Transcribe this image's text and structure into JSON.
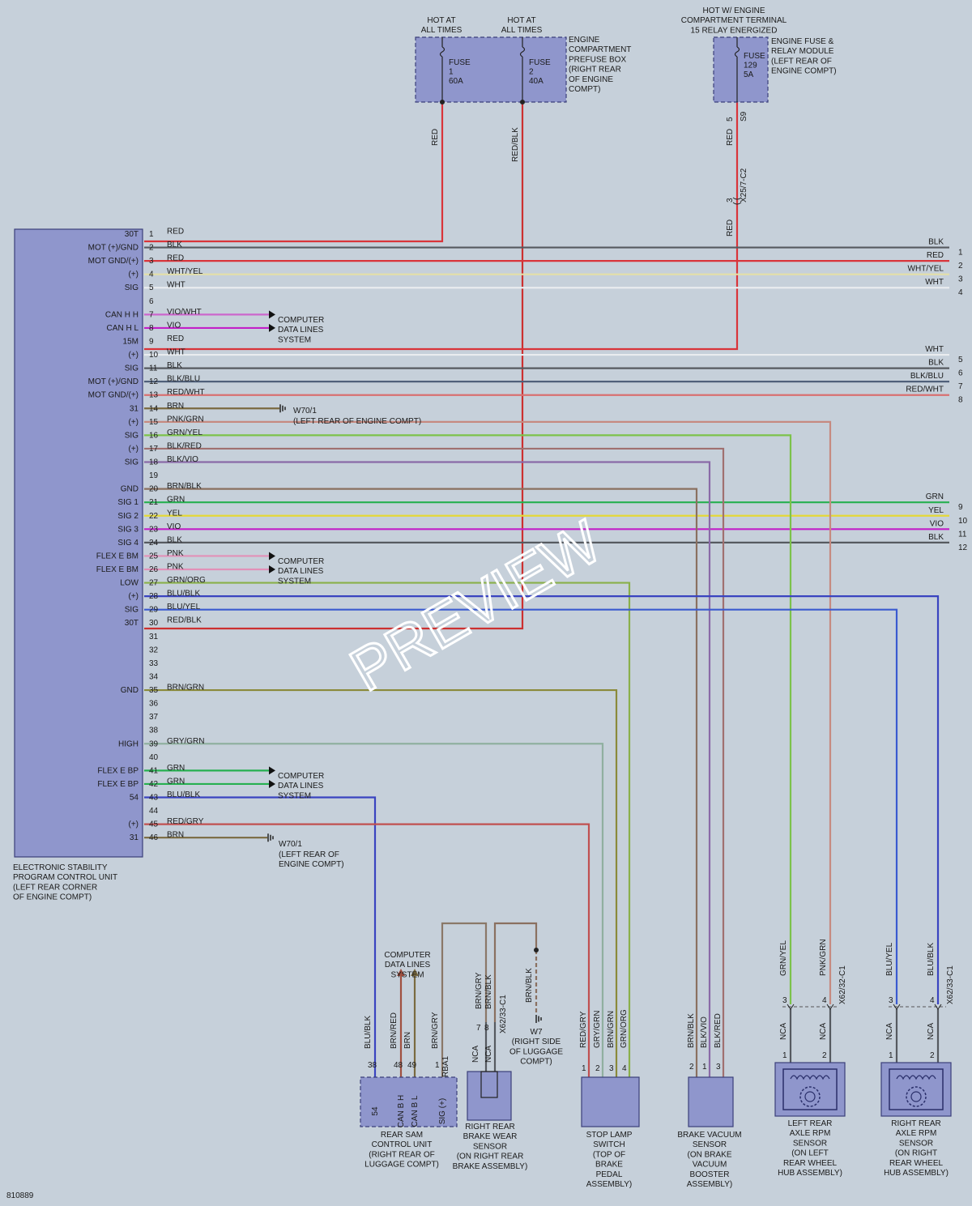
{
  "image_id": "810889",
  "watermark": "PREVIEW",
  "colors": {
    "RED": "#d9343a",
    "BLK": "#565a60",
    "WHT/YEL": "#e4e0a8",
    "WHT": "#e9ecef",
    "VIO/WHT": "#cc66cc",
    "VIO": "#c21fc8",
    "BRN": "#7a6a40",
    "PNK/GRN": "#c68a80",
    "GRN/YEL": "#7cc24a",
    "BLK/RED": "#a07070",
    "BLK/VIO": "#8a6aa8",
    "BRN/BLK": "#8a7060",
    "GRN": "#26b050",
    "YEL": "#e4d838",
    "PNK": "#e290b8",
    "GRN/ORG": "#8ab04a",
    "BLU/BLK": "#3a44c0",
    "BLU/YEL": "#3a5ad0",
    "RED/BLK": "#cc3030",
    "BRN/GRN": "#8a8a3a",
    "GRY/GRN": "#90b0a0",
    "RED/GRY": "#c05050",
    "BLK/BLU": "#50607a",
    "RED/WHT": "#d97070",
    "BRN/RED": "#a05040",
    "BRN/GRY": "#8a7868"
  },
  "top": {
    "hot1": [
      "HOT AT",
      "ALL TIMES"
    ],
    "hot2": [
      "HOT AT",
      "ALL TIMES"
    ],
    "hot3": [
      "HOT W/ ENGINE",
      "COMPARTMENT TERMINAL",
      "15 RELAY ENERGIZED"
    ],
    "prefuse_label": [
      "ENGINE",
      "COMPARTMENT",
      "PREFUSE BOX",
      "(RIGHT REAR",
      "OF ENGINE",
      "COMPT)"
    ],
    "fuse_module_label": [
      "ENGINE FUSE &",
      "RELAY MODULE",
      "(LEFT REAR OF",
      "ENGINE COMPT)"
    ],
    "fuse1": [
      "FUSE",
      "1",
      "60A"
    ],
    "fuse2": [
      "FUSE",
      "2",
      "40A"
    ],
    "fuse129": [
      "FUSE",
      "129",
      "5A"
    ],
    "fuse1_wire": "RED",
    "fuse2_wire": "RED/BLK",
    "fuse129_pin": "5",
    "fuse129_conn": "S9",
    "fuse129_wire": "RED",
    "fuse129_wire2": "RED",
    "x25_pin": "3",
    "x25_conn": "X25/7-C2"
  },
  "ecu": {
    "label": [
      "ELECTRONIC STABILITY",
      "PROGRAM CONTROL UNIT",
      "(LEFT REAR CORNER",
      "OF ENGINE COMPT)"
    ],
    "pins": [
      {
        "n": "1",
        "sig": "30T",
        "wire": "RED"
      },
      {
        "n": "2",
        "sig": "MOT (+)/GND",
        "wire": "BLK"
      },
      {
        "n": "3",
        "sig": "MOT GND/(+)",
        "wire": "RED"
      },
      {
        "n": "4",
        "sig": "(+)",
        "wire": "WHT/YEL"
      },
      {
        "n": "5",
        "sig": "SIG",
        "wire": "WHT"
      },
      {
        "n": "6",
        "sig": "",
        "wire": ""
      },
      {
        "n": "7",
        "sig": "CAN H H",
        "wire": "VIO/WHT"
      },
      {
        "n": "8",
        "sig": "CAN H L",
        "wire": "VIO"
      },
      {
        "n": "9",
        "sig": "15M",
        "wire": "RED"
      },
      {
        "n": "10",
        "sig": "(+)",
        "wire": "WHT"
      },
      {
        "n": "11",
        "sig": "SIG",
        "wire": "BLK"
      },
      {
        "n": "12",
        "sig": "MOT (+)/GND",
        "wire": "BLK/BLU"
      },
      {
        "n": "13",
        "sig": "MOT GND/(+)",
        "wire": "RED/WHT"
      },
      {
        "n": "14",
        "sig": "31",
        "wire": "BRN"
      },
      {
        "n": "15",
        "sig": "(+)",
        "wire": "PNK/GRN"
      },
      {
        "n": "16",
        "sig": "SIG",
        "wire": "GRN/YEL"
      },
      {
        "n": "17",
        "sig": "(+)",
        "wire": "BLK/RED"
      },
      {
        "n": "18",
        "sig": "SIG",
        "wire": "BLK/VIO"
      },
      {
        "n": "19",
        "sig": "",
        "wire": ""
      },
      {
        "n": "20",
        "sig": "GND",
        "wire": "BRN/BLK"
      },
      {
        "n": "21",
        "sig": "SIG 1",
        "wire": "GRN"
      },
      {
        "n": "22",
        "sig": "SIG 2",
        "wire": "YEL"
      },
      {
        "n": "23",
        "sig": "SIG 3",
        "wire": "VIO"
      },
      {
        "n": "24",
        "sig": "SIG 4",
        "wire": "BLK"
      },
      {
        "n": "25",
        "sig": "FLEX E BM",
        "wire": "PNK"
      },
      {
        "n": "26",
        "sig": "FLEX E BM",
        "wire": "PNK"
      },
      {
        "n": "27",
        "sig": "LOW",
        "wire": "GRN/ORG"
      },
      {
        "n": "28",
        "sig": "(+)",
        "wire": "BLU/BLK"
      },
      {
        "n": "29",
        "sig": "SIG",
        "wire": "BLU/YEL"
      },
      {
        "n": "30",
        "sig": "30T",
        "wire": "RED/BLK"
      },
      {
        "n": "31",
        "sig": "",
        "wire": ""
      },
      {
        "n": "32",
        "sig": "",
        "wire": ""
      },
      {
        "n": "33",
        "sig": "",
        "wire": ""
      },
      {
        "n": "34",
        "sig": "",
        "wire": ""
      },
      {
        "n": "35",
        "sig": "GND",
        "wire": "BRN/GRN"
      },
      {
        "n": "36",
        "sig": "",
        "wire": ""
      },
      {
        "n": "37",
        "sig": "",
        "wire": ""
      },
      {
        "n": "38",
        "sig": "",
        "wire": ""
      },
      {
        "n": "39",
        "sig": "HIGH",
        "wire": "GRY/GRN"
      },
      {
        "n": "40",
        "sig": "",
        "wire": ""
      },
      {
        "n": "41",
        "sig": "FLEX E BP",
        "wire": "GRN"
      },
      {
        "n": "42",
        "sig": "FLEX E BP",
        "wire": "GRN"
      },
      {
        "n": "43",
        "sig": "54",
        "wire": "BLU/BLK"
      },
      {
        "n": "44",
        "sig": "",
        "wire": ""
      },
      {
        "n": "45",
        "sig": "(+)",
        "wire": "RED/GRY"
      },
      {
        "n": "46",
        "sig": "31",
        "wire": "BRN"
      }
    ]
  },
  "right_refs": [
    {
      "pin": "2",
      "wire": "BLK",
      "ref": "1"
    },
    {
      "pin": "3",
      "wire": "RED",
      "ref": "2"
    },
    {
      "pin": "4",
      "wire": "WHT/YEL",
      "ref": "3"
    },
    {
      "pin": "5",
      "wire": "WHT",
      "ref": "4"
    },
    {
      "pin": "10",
      "wire": "WHT",
      "ref": "5"
    },
    {
      "pin": "11",
      "wire": "BLK",
      "ref": "6"
    },
    {
      "pin": "12",
      "wire": "BLK/BLU",
      "ref": "7"
    },
    {
      "pin": "13",
      "wire": "RED/WHT",
      "ref": "8"
    },
    {
      "pin": "21",
      "wire": "GRN",
      "ref": "9"
    },
    {
      "pin": "22",
      "wire": "YEL",
      "ref": "10"
    },
    {
      "pin": "23",
      "wire": "VIO",
      "ref": "11"
    },
    {
      "pin": "24",
      "wire": "BLK",
      "ref": "12"
    }
  ],
  "cdl": {
    "a": [
      "COMPUTER",
      "DATA LINES",
      "SYSTEM"
    ],
    "b": [
      "COMPUTER",
      "DATA LINES",
      "SYSTEM"
    ],
    "c": [
      "COMPUTER",
      "DATA LINES",
      "SYSTEM"
    ],
    "d": [
      "COMPUTER",
      "DATA LINES",
      "SYSTEM"
    ]
  },
  "grounds": {
    "g1": [
      "W70/1",
      "(LEFT REAR OF ENGINE COMPT)"
    ],
    "g2": [
      "W70/1",
      "(LEFT REAR OF",
      "ENGINE COMPT)"
    ],
    "g3": [
      "W7",
      "(RIGHT SIDE",
      "OF LUGGAGE",
      "COMPT)"
    ]
  },
  "components": {
    "sam": {
      "label": [
        "REAR SAM",
        "CONTROL UNIT",
        "(RIGHT REAR OF",
        "LUGGAGE COMPT)"
      ],
      "pins": [
        "54",
        "CAN B H",
        "CAN B L",
        "SIG (+)"
      ],
      "pin_nums": [
        "38",
        "48",
        "49",
        "1"
      ],
      "wires": [
        "BLU/BLK",
        "BRN/RED",
        "BRN",
        "BRN/GRY"
      ],
      "conn": "RBA1"
    },
    "brake_wear": {
      "label": [
        "RIGHT REAR",
        "BRAKE WEAR",
        "SENSOR",
        "(ON RIGHT REAR",
        "BRAKE ASSEMBLY)"
      ],
      "wires_top": [
        "BRN/GRY",
        "BRN/BLK"
      ],
      "pins": [
        "7",
        "8"
      ],
      "conn": "X62/33-C1",
      "nca": [
        "NCA",
        "NCA"
      ],
      "w7_wire": "BRN/BLK"
    },
    "stop_lamp": {
      "label": [
        "STOP LAMP",
        "SWITCH",
        "(TOP OF",
        "BRAKE",
        "PEDAL",
        "ASSEMBLY)"
      ],
      "pins": [
        "1",
        "2",
        "3",
        "4"
      ],
      "wires": [
        "RED/GRY",
        "GRY/GRN",
        "BRN/GRN",
        "GRN/ORG"
      ]
    },
    "vacuum": {
      "label": [
        "BRAKE VACUUM",
        "SENSOR",
        "(ON BRAKE",
        "VACUUM",
        "BOOSTER",
        "ASSEMBLY)"
      ],
      "pins": [
        "2",
        "1",
        "3"
      ],
      "wires": [
        "BRN/BLK",
        "BLK/VIO",
        "BLK/RED"
      ]
    },
    "left_rpm": {
      "label": [
        "LEFT REAR",
        "AXLE RPM",
        "SENSOR",
        "(ON LEFT",
        "REAR WHEEL",
        "HUB ASSEMBLY)"
      ],
      "wires": [
        "GRN/YEL",
        "PNK/GRN"
      ],
      "pins_top": [
        "3",
        "4"
      ],
      "conn": "X62/32-C1",
      "nca": [
        "NCA",
        "NCA"
      ],
      "pins_bottom": [
        "1",
        "2"
      ]
    },
    "right_rpm": {
      "label": [
        "RIGHT REAR",
        "AXLE RPM",
        "SENSOR",
        "(ON RIGHT",
        "REAR WHEEL",
        "HUB ASSEMBLY)"
      ],
      "wires": [
        "BLU/YEL",
        "BLU/BLK"
      ],
      "pins_top": [
        "3",
        "4"
      ],
      "conn": "X62/33-C1",
      "nca": [
        "NCA",
        "NCA"
      ],
      "pins_bottom": [
        "1",
        "2"
      ]
    }
  }
}
